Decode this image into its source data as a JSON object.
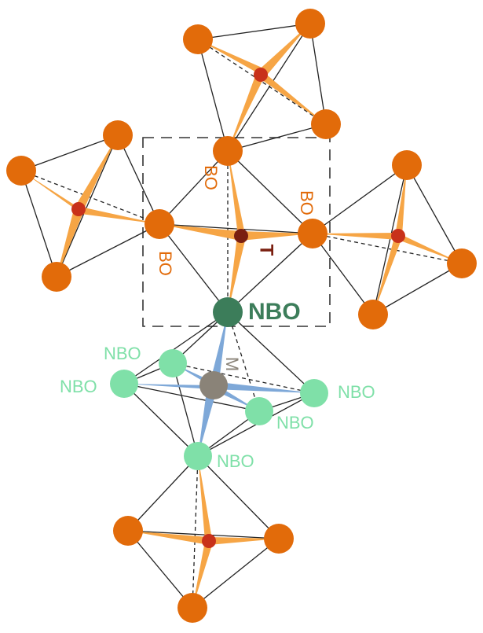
{
  "labels": {
    "bo": "BO",
    "nbo": "NBO",
    "t": "T",
    "m": "M"
  },
  "colors": {
    "bridging_oxygen": "#e26b0a",
    "tetrahedron_center": "#c8311a",
    "tetrahedron_center_dark": "#7a1f10",
    "tetra_bond": "#f6a545",
    "nbo_main": "#3c7d5a",
    "nbo_light": "#7fe0a8",
    "modifier": "#8a8378",
    "modifier_bond": "#7ea8d8",
    "edge": "#222222"
  }
}
